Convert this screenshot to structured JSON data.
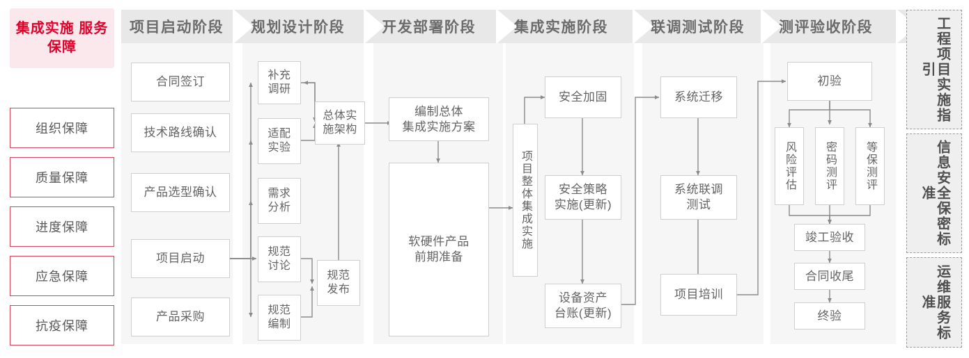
{
  "sidebar": {
    "title": "集成实施\n服务保障",
    "title_bg": "#fbe8ec",
    "title_color": "#e4002b",
    "items": [
      {
        "label": "组织保障"
      },
      {
        "label": "质量保障"
      },
      {
        "label": "进度保障"
      },
      {
        "label": "应急保障"
      },
      {
        "label": "抗疫保障"
      }
    ]
  },
  "phases": [
    {
      "id": "p1",
      "header": "项目启动阶段"
    },
    {
      "id": "p2",
      "header": "规划设计阶段"
    },
    {
      "id": "p3",
      "header": "开发部署阶段"
    },
    {
      "id": "p4",
      "header": "集成实施阶段"
    },
    {
      "id": "p5",
      "header": "联调测试阶段"
    },
    {
      "id": "p6",
      "header": "测评验收阶段"
    }
  ],
  "nodes": {
    "n_contract": "合同签订",
    "n_techroute": "技术路线确认",
    "n_product_sel": "产品选型确认",
    "n_kickoff": "项目启动",
    "n_purchase": "产品采购",
    "n_survey": "补充\n调研",
    "n_adapt": "适配\n实验",
    "n_require": "需求\n分析",
    "n_spec_disc": "规范\n讨论",
    "n_spec_draft": "规范\n编制",
    "n_arch": "总体实\n施架构",
    "n_spec_pub": "规范\n发布",
    "n_plan_doc": "编制总体\n集成实施方案",
    "n_hw_sw_prep": "软硬件产品\n前期准备",
    "n_overall_impl": "项目整体集成实施",
    "n_sec_harden": "安全加固",
    "n_sec_policy": "安全策略\n实施(更新)",
    "n_asset_ledger": "设备资产\n台账(更新)",
    "n_sys_migrate": "系统迁移",
    "n_joint_test": "系统联调\n测试",
    "n_training": "项目培训",
    "n_first_accept": "初验",
    "n_risk_eval": "风险评估",
    "n_crypto_eval": "密码测评",
    "n_grade_eval": "等保测评",
    "n_final_check": "竣工验收",
    "n_contract_end": "合同收尾",
    "n_final_accept": "终验"
  },
  "standards": [
    {
      "id": "s1",
      "label": "工程项目实施指引"
    },
    {
      "id": "s2",
      "label": "信息安全保密标准"
    },
    {
      "id": "s3",
      "label": "运维服务标准"
    }
  ],
  "colors": {
    "header_gray": "#e8e8e8",
    "column_gray": "#f6f6f6",
    "node_border": "#cfcfcf",
    "text_gray": "#646464",
    "accent_red": "#e4002b",
    "wire": "#8a8a8a"
  }
}
